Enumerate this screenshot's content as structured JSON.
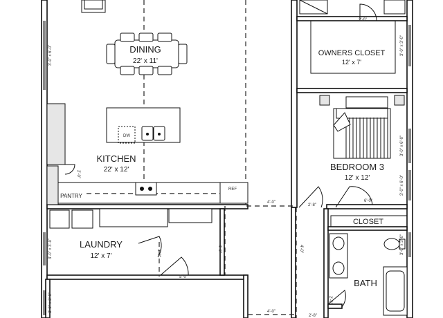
{
  "rooms": {
    "dining": {
      "name": "DINING",
      "size": "22' x 11'"
    },
    "kitchen": {
      "name": "KITCHEN",
      "size": "22' x 12'"
    },
    "owners_closet": {
      "name": "OWNERS CLOSET",
      "size": "12' x 7'"
    },
    "bedroom3": {
      "name": "BEDROOM 3",
      "size": "12' x 12'"
    },
    "laundry": {
      "name": "LAUNDRY",
      "size": "12' x 7'"
    },
    "bath": {
      "name": "BATH"
    },
    "pantry": {
      "name": "PANTRY"
    },
    "closet": {
      "name": "CLOSET"
    }
  },
  "fixtures": {
    "dishwasher": "DW",
    "refrigerator": "REF"
  },
  "door_labels": {
    "top_closet": "2'-6\"",
    "hall_top": "4'-0\"",
    "bed_left": "2'-8\"",
    "bed_closet": "6'-0\"",
    "laundry_door": "3'-0\"",
    "laundry_right": "4'-0\"",
    "hall_mid": "4'-0\"",
    "laundry_bottom": "5'-0\"",
    "hall_bottom": "4'-0\"",
    "bath_door": "2'-6\"",
    "bath_bottom": "2'-8\"",
    "pantry_door": "2'-0\""
  },
  "window_labels": {
    "left_top": "3'-0\" x 6'-0\"",
    "left_laundry": "3'-0\" x 3'-0\"",
    "left_bottom": "3'-0\" x 3'-0\"",
    "right_closet": "3'-0\" x 3'-0\"",
    "right_bed_a": "3'-0\" x 6'-0\"",
    "right_bed_b": "3'-0\" x 6'-0\"",
    "right_bath": "3'-0\" x 3'-0\""
  }
}
